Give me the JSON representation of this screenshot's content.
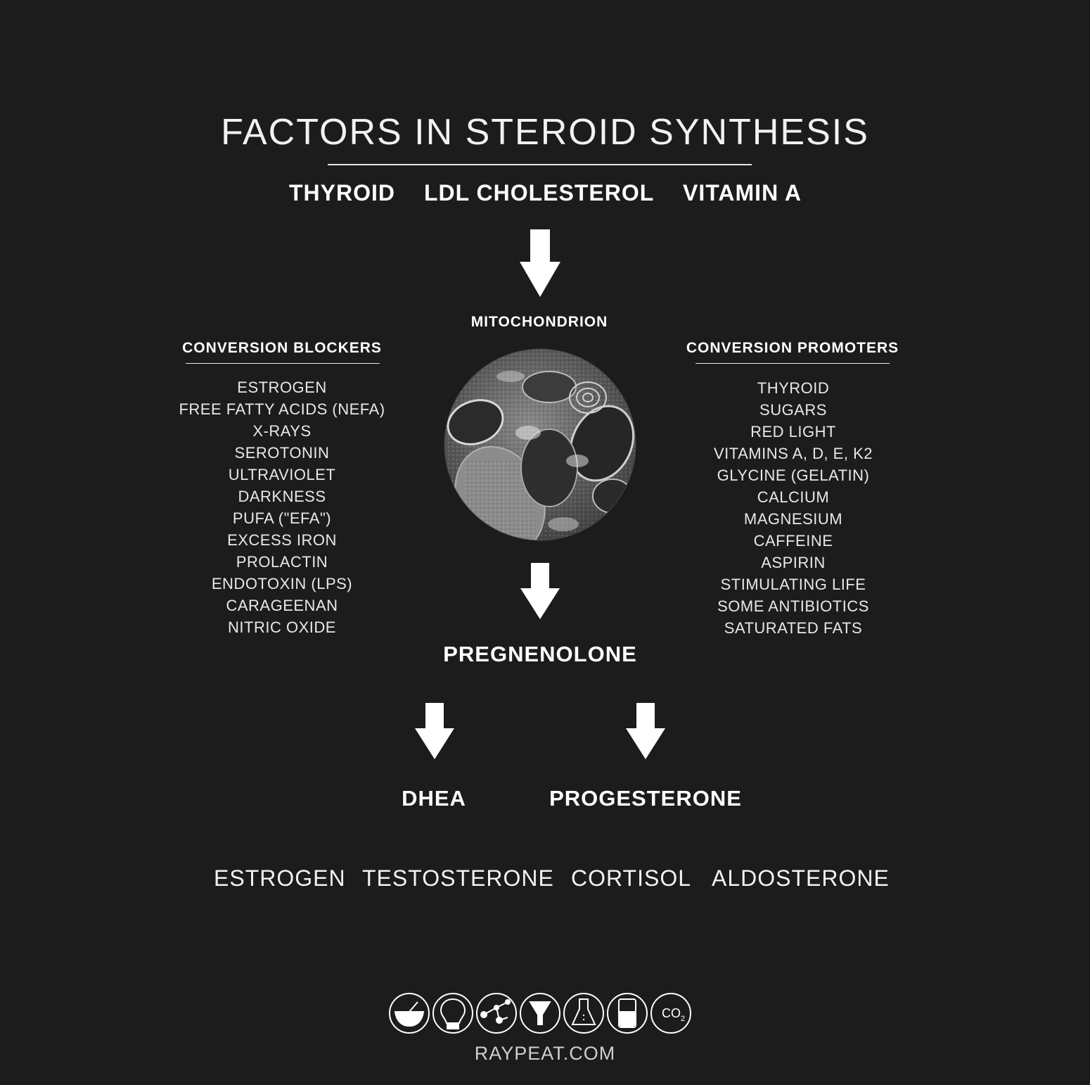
{
  "title": "FACTORS IN STEROID SYNTHESIS",
  "inputs": [
    "THYROID",
    "LDL CHOLESTEROL",
    "VITAMIN A"
  ],
  "center": {
    "organelle_label": "MITOCHONDRION",
    "image_desc": "mitochondrion-micrograph"
  },
  "blockers": {
    "heading": "CONVERSION BLOCKERS",
    "items": [
      "ESTROGEN",
      "FREE FATTY ACIDS (NEFA)",
      "X-RAYS",
      "SEROTONIN",
      "ULTRAVIOLET",
      "DARKNESS",
      "PUFA (\"EFA\")",
      "EXCESS IRON",
      "PROLACTIN",
      "ENDOTOXIN (LPS)",
      "CARAGEENAN",
      "NITRIC OXIDE"
    ]
  },
  "promoters": {
    "heading": "CONVERSION PROMOTERS",
    "items": [
      "THYROID",
      "SUGARS",
      "RED LIGHT",
      "VITAMINS A, D, E, K2",
      "GLYCINE (GELATIN)",
      "CALCIUM",
      "MAGNESIUM",
      "CAFFEINE",
      "ASPIRIN",
      "STIMULATING LIFE",
      "SOME ANTIBIOTICS",
      "SATURATED FATS"
    ]
  },
  "product": "PREGNENOLONE",
  "branches": [
    "DHEA",
    "PROGESTERONE"
  ],
  "downstream": [
    "ESTROGEN",
    "TESTOSTERONE",
    "CORTISOL",
    "ALDOSTERONE"
  ],
  "footer": {
    "icons": [
      "bowl-icon",
      "lightbulb-icon",
      "molecule-icon",
      "funnel-icon",
      "flask-icon",
      "glass-icon",
      "co2-icon"
    ],
    "co2_text": "CO",
    "co2_sub": "2",
    "site": "RAYPEAT.COM"
  },
  "colors": {
    "background": "#1c1c1c",
    "text": "#ffffff"
  }
}
